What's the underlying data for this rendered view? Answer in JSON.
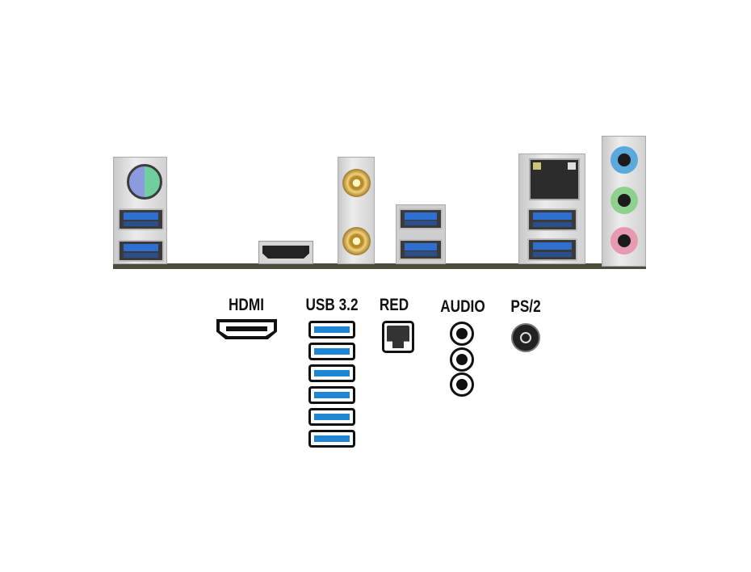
{
  "legend": {
    "hdmi": "HDMI",
    "usb": "USB 3.2",
    "lan": "RED",
    "audio": "AUDIO",
    "ps2": "PS/2"
  },
  "counts": {
    "usb_ports": 6,
    "audio_jacks": 3
  },
  "colors": {
    "usb_blue": "#2f6fd0",
    "audio_blue": "#5aa8dc",
    "audio_green": "#8fd08f",
    "audio_pink": "#e59ab0",
    "ps2_purple": "#8c9be0",
    "ps2_green": "#6fcf9f",
    "gold": "#d9b456"
  }
}
